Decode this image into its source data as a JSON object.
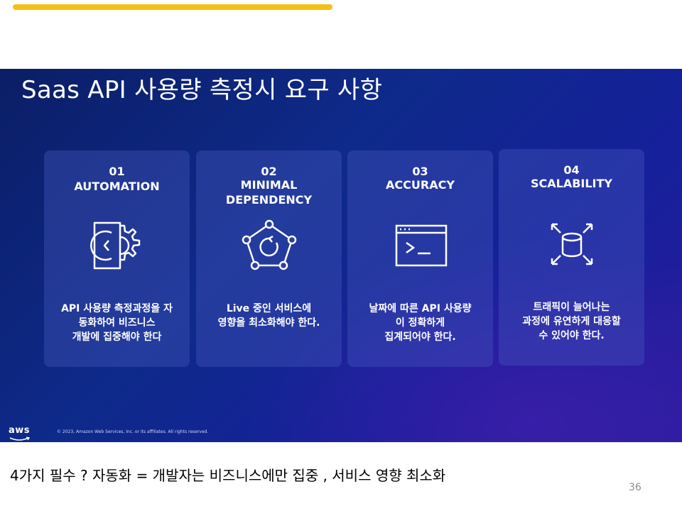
{
  "slide": {
    "title": "Saas API 사용량 측정시 요구 사항",
    "cards": [
      {
        "num": "01",
        "name": "AUTOMATION",
        "icon": "automation-gear-icon",
        "desc": "API 사용량 측정과정을 자\n동화하여 비즈니스\n개발에 집중해야 한다"
      },
      {
        "num": "02",
        "name": "MINIMAL\nDEPENDENCY",
        "icon": "dependency-network-icon",
        "desc": "Live 중인 서비스에\n영향을 최소화해야 한다."
      },
      {
        "num": "03",
        "name": "ACCURACY",
        "icon": "terminal-icon",
        "desc": "날짜에 따른 API 사용량\n이 정확하게\n집계되어야 한다."
      },
      {
        "num": "04",
        "name": "SCALABILITY",
        "icon": "scalability-database-icon",
        "desc": "트래픽이 늘어나는\n과정에 유연하게 대응할\n수 있어야 한다."
      }
    ],
    "logo": "aws",
    "copyright": "© 2023, Amazon Web Services, Inc. or its affiliates. All rights reserved."
  },
  "note": "4가지 필수 ?  자동화 = 개발자는 비즈니스에만 집중 , 서비스 영향 최소화",
  "page_number": "36",
  "colors": {
    "accent_bar": "#f5bf15",
    "slide_bg": "#0e2a8a",
    "card_bg": "#3f58b8"
  }
}
